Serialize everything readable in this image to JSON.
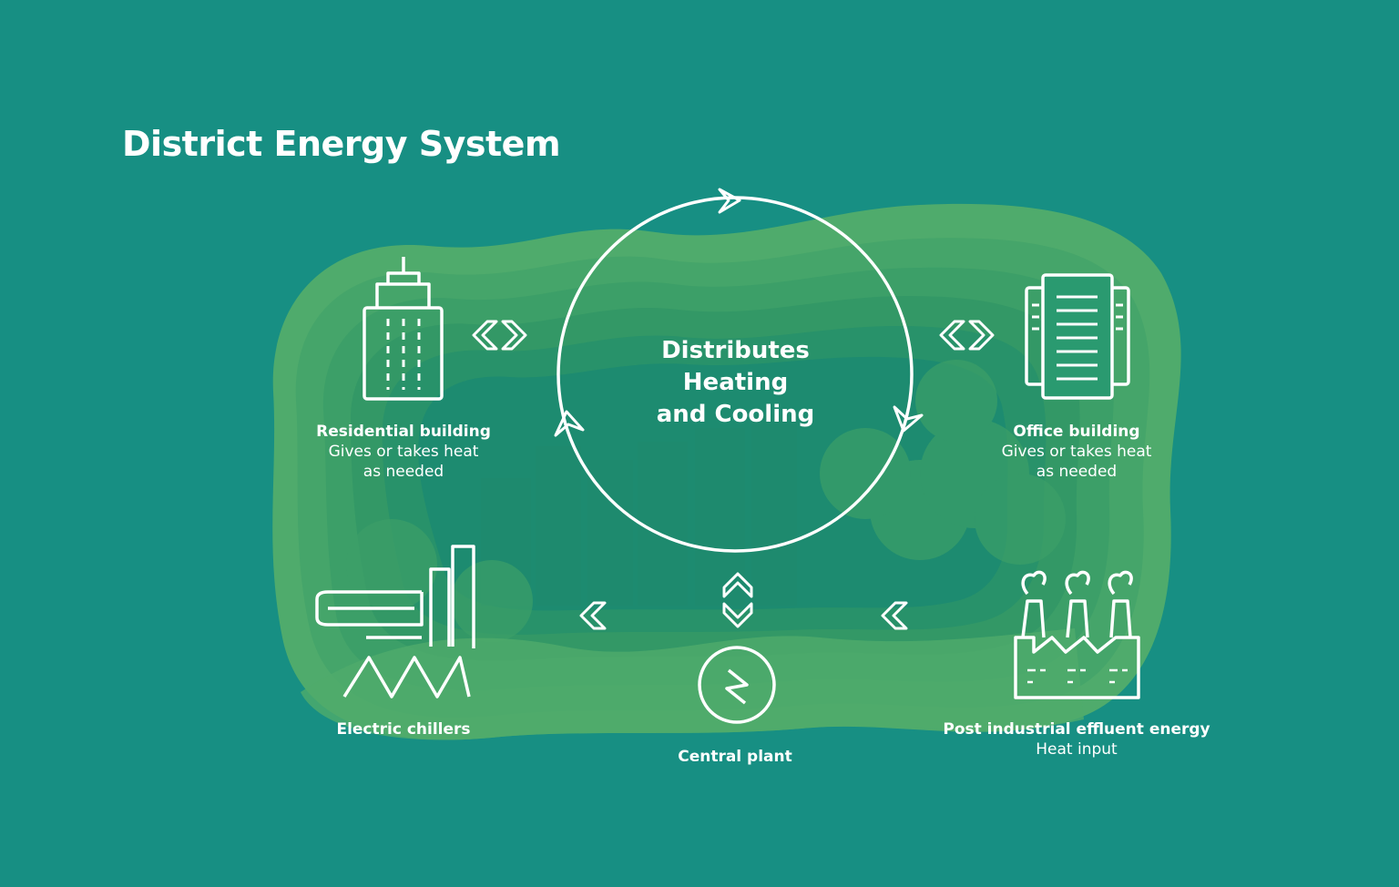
{
  "title": "District Energy System",
  "center": {
    "line1": "Distributes",
    "line2": "Heating",
    "line3": "and Cooling"
  },
  "nodes": {
    "residential": {
      "name": "Residential building",
      "line1": "Gives or takes heat",
      "line2": "as needed"
    },
    "office": {
      "name": "Office building",
      "line1": "Gives or takes heat",
      "line2": "as needed"
    },
    "chillers": {
      "name": "Electric chillers"
    },
    "plant": {
      "name": "Central plant"
    },
    "effluent": {
      "name": "Post industrial effluent energy",
      "line1": "Heat input"
    }
  },
  "colors": {
    "background": "#178f83",
    "blob_outer": "#4fab6c",
    "blob_mid": "#3c9f68",
    "blob_inner": "#28926a",
    "blob_core": "#1a8a74",
    "line": "#ffffff"
  },
  "icons": [
    "residential-building-icon",
    "office-building-icon",
    "electric-chiller-icon",
    "power-plant-icon",
    "factory-icon",
    "chevron-arrows"
  ]
}
